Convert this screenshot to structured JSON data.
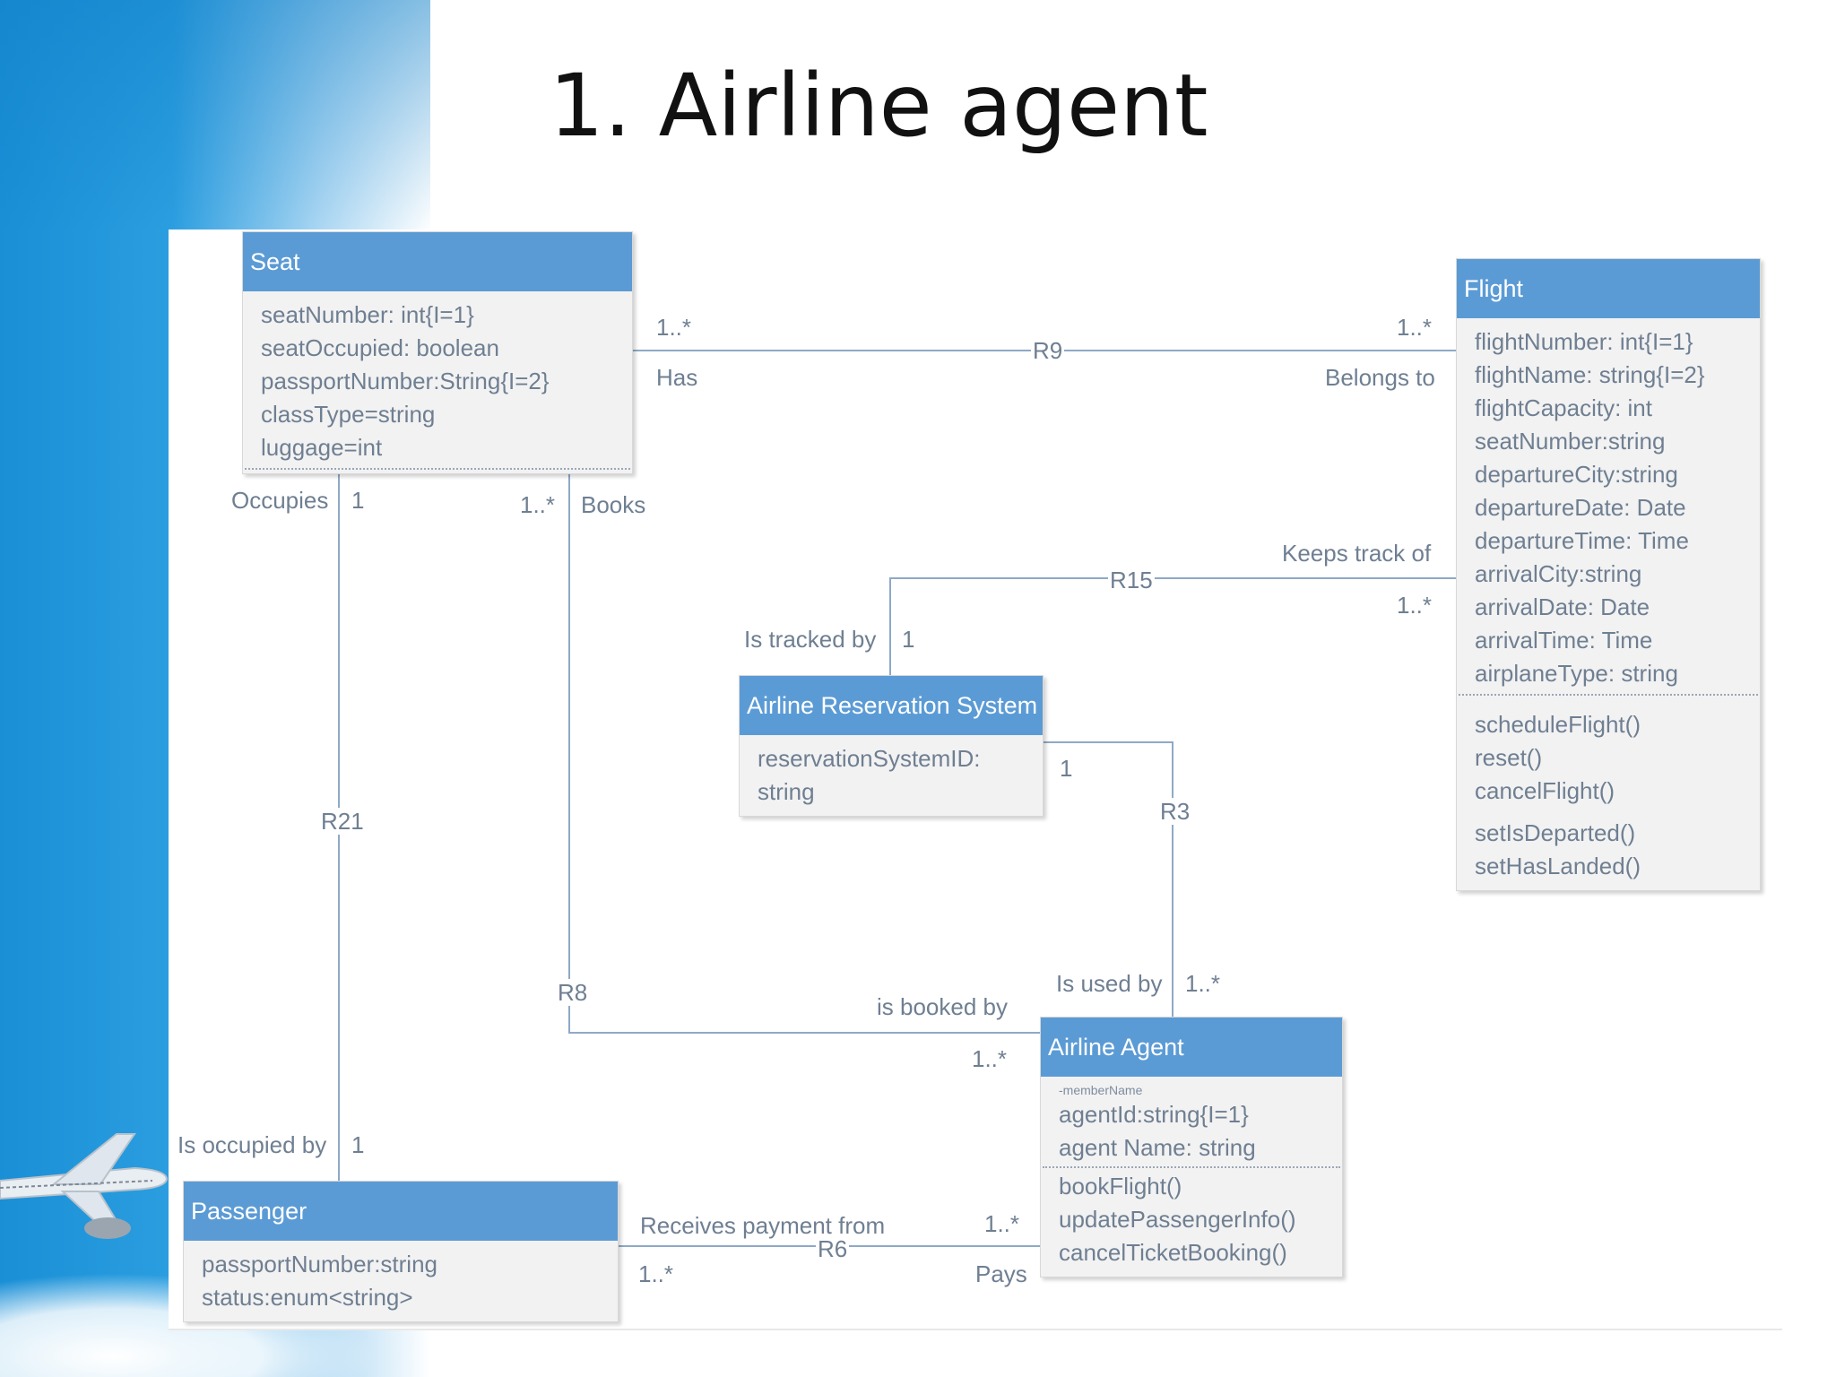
{
  "title": "1. Airline agent",
  "classes": {
    "seat": {
      "name": "Seat",
      "attributes": [
        "seatNumber: int{I=1}",
        "seatOccupied: boolean",
        "passportNumber:String{I=2}",
        "classType=string",
        "luggage=int"
      ]
    },
    "flight": {
      "name": "Flight",
      "attributes": [
        "flightNumber: int{I=1}",
        "flightName: string{I=2}",
        "flightCapacity: int",
        "seatNumber:string",
        "departureCity:string",
        "departureDate: Date",
        "departureTime: Time",
        "arrivalCity:string",
        "arrivalDate: Date",
        "arrivalTime: Time",
        "airplaneType: string"
      ],
      "operations": [
        "scheduleFlight()",
        "reset()",
        "cancelFlight()"
      ],
      "operations2": [
        "setIsDeparted()",
        "setHasLanded()"
      ]
    },
    "reservation_system": {
      "name": "Airline Reservation System",
      "attributes": [
        "reservationSystemID:",
        "string"
      ]
    },
    "agent": {
      "name": "Airline Agent",
      "stereotype": "-memberName",
      "attributes": [
        "agentId:string{I=1}",
        "agent Name: string"
      ],
      "operations": [
        "bookFlight()",
        "updatePassengerInfo()",
        "cancelTicketBooking()"
      ]
    },
    "passenger": {
      "name": "Passenger",
      "attributes": [
        "passportNumber:string",
        "status:enum<string>"
      ]
    }
  },
  "relationships": {
    "r9": {
      "id": "R9",
      "seat_mult": "1..*",
      "seat_role": "Has",
      "flight_mult": "1..*",
      "flight_role": "Belongs to"
    },
    "r15": {
      "id": "R15",
      "flight_role": "Keeps track of",
      "flight_mult": "1..*",
      "system_role": "Is tracked by",
      "system_mult": "1"
    },
    "r21": {
      "id": "R21",
      "seat_role": "Occupies",
      "seat_mult": "1",
      "passenger_role": "Is occupied by",
      "passenger_mult": "1"
    },
    "r8": {
      "id": "R8",
      "seat_mult": "1..*",
      "seat_role": "Books",
      "agent_role": "is booked by",
      "agent_mult": "1..*"
    },
    "r3": {
      "id": "R3",
      "system_mult": "1",
      "agent_role": "Is used by",
      "agent_mult": "1..*"
    },
    "r6": {
      "id": "R6",
      "passenger_role": "Receives payment from",
      "passenger_mult": "1..*",
      "agent_mult": "1..*",
      "agent_role": "Pays"
    }
  }
}
